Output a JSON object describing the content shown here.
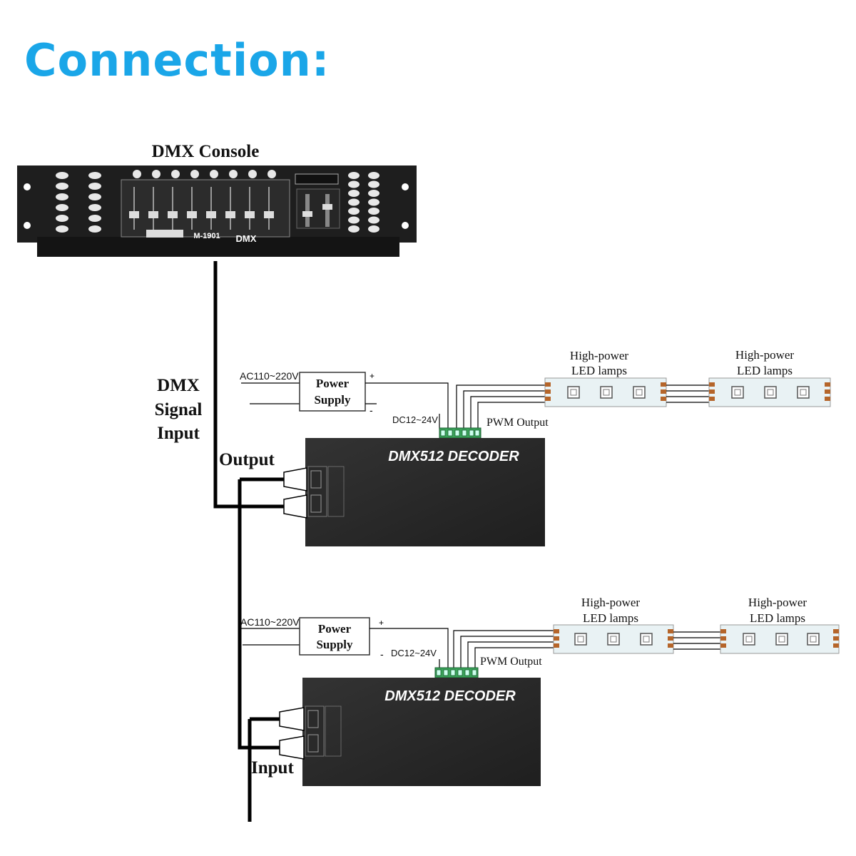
{
  "title": "Connection:",
  "console": {
    "label": "DMX Console",
    "model": "M-1901",
    "badge": "DMX"
  },
  "signal_label": [
    "DMX",
    "Signal",
    "Input"
  ],
  "output_label": "Output",
  "input_label": "Input",
  "units": [
    {
      "ac_label": "AC110~220V",
      "power_supply": [
        "Power",
        "Supply"
      ],
      "plus": "+",
      "minus": "-",
      "dc_label": "DC12~24V",
      "pwm_label": "PWM Output",
      "decoder_label": "DMX512 DECODER",
      "lamps": [
        {
          "line1": "High-power",
          "line2": "LED lamps"
        },
        {
          "line1": "High-power",
          "line2": "LED lamps"
        }
      ]
    },
    {
      "ac_label": "AC110~220V",
      "power_supply": [
        "Power",
        "Supply"
      ],
      "plus": "+",
      "minus": "-",
      "dc_label": "DC12~24V",
      "pwm_label": "PWM Output",
      "decoder_label": "DMX512 DECODER",
      "lamps": [
        {
          "line1": "High-power",
          "line2": "LED lamps"
        },
        {
          "line1": "High-power",
          "line2": "LED lamps"
        }
      ]
    }
  ],
  "colors": {
    "title": "#1aa6e8",
    "device": "#2b2b2b",
    "connector_green": "#3aa35a",
    "strip": "#e9f2f4",
    "strip_pad": "#b5652a"
  }
}
